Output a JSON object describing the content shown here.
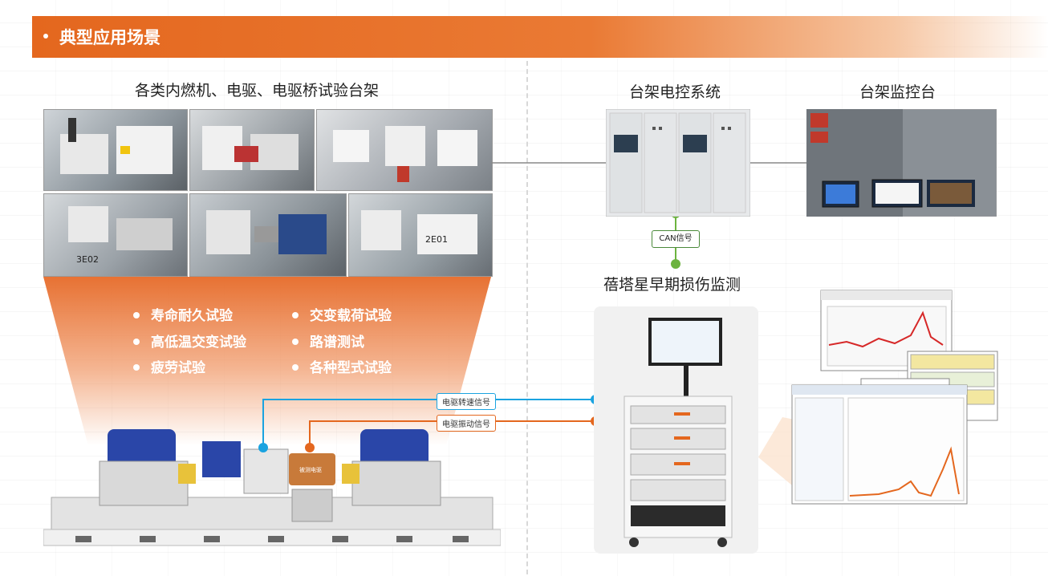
{
  "header": {
    "title": "典型应用场景"
  },
  "captions": {
    "test_rigs": "各类内燃机、电驱、电驱桥试验台架",
    "control_system": "台架电控系统",
    "monitor_console": "台架监控台",
    "monitoring": "蓓塔星早期损伤监测"
  },
  "tests": [
    "寿命耐久试验",
    "交变载荷试验",
    "高低温交变试验",
    "路谱测试",
    "疲劳试验",
    "各种型式试验"
  ],
  "signals": {
    "can": "CAN信号",
    "speed": "电驱转速信号",
    "vibration": "电驱振动信号",
    "motor_label": "被测电驱"
  },
  "photo_labels": {
    "rig_a": "3E02",
    "rig_b": "2E01"
  },
  "colors": {
    "orange": "#e4671e",
    "blue": "#1aa3e0",
    "green": "#6cb33f"
  }
}
